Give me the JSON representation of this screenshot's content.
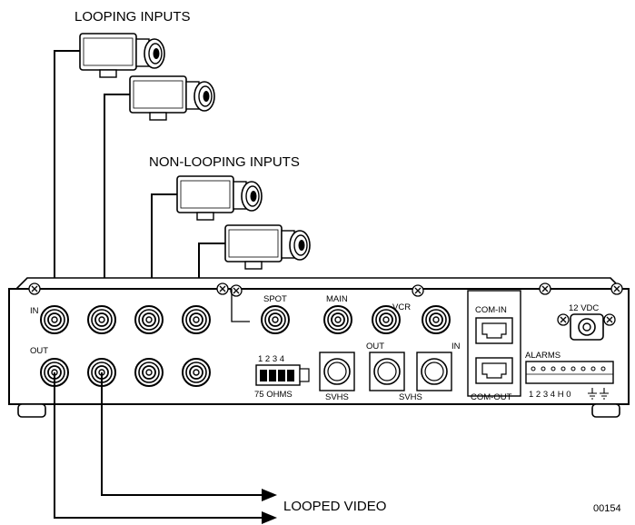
{
  "labels": {
    "looping_inputs": "LOOPING INPUTS",
    "non_looping_inputs": "NON-LOOPING INPUTS",
    "looped_video": "LOOPED VIDEO",
    "figure_id": "00154"
  },
  "panel": {
    "in": "IN",
    "out": "OUT",
    "spot": "SPOT",
    "main": "MAIN",
    "vcr": "VCR",
    "vcr_out": "OUT",
    "vcr_in": "IN",
    "com_in": "COM-IN",
    "com_out": "COM-OUT",
    "power": "12 VDC",
    "alarms": "ALARMS",
    "alarm_pins": "1 2 3 4  H  0",
    "dip_numbers": "1 2 3 4",
    "dip_label": "75 OHMS",
    "svhs_1": "SVHS",
    "svhs_2": "SVHS"
  },
  "icons": [
    "camera-icon",
    "bnc-connector-icon",
    "rj45-port-icon",
    "dip-switch-icon",
    "dc-jack-icon",
    "terminal-block-icon",
    "ground-icon",
    "screw-icon",
    "arrow-right-icon"
  ]
}
